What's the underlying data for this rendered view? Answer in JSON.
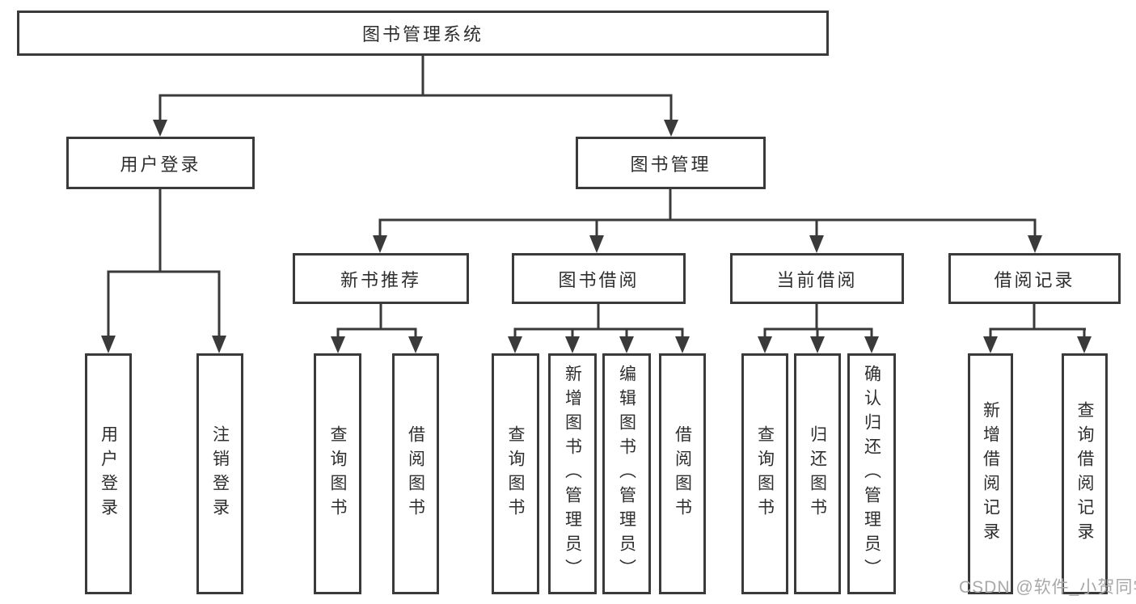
{
  "title": "图书管理系统",
  "watermark": "CSDN @软件_小贺同学",
  "colors": {
    "line": "#3a3a3a",
    "text": "#2e2e2e",
    "watermark_text": "#a8a8a8",
    "background": "#ffffff"
  },
  "user_login": {
    "label": "用户登录",
    "children": [
      "用户登录",
      "注销登录"
    ]
  },
  "book_mgmt": {
    "label": "图书管理",
    "sections": [
      {
        "label": "新书推荐",
        "children": [
          "查询图书",
          "借阅图书"
        ]
      },
      {
        "label": "图书借阅",
        "children": [
          "查询图书",
          "新增图书（管理员）",
          "编辑图书（管理员）",
          "借阅图书"
        ]
      },
      {
        "label": "当前借阅",
        "children": [
          "查询图书",
          "归还图书",
          "确认归还（管理员）"
        ]
      },
      {
        "label": "借阅记录",
        "children": [
          "新增借阅记录",
          "查询借阅记录"
        ]
      }
    ]
  }
}
